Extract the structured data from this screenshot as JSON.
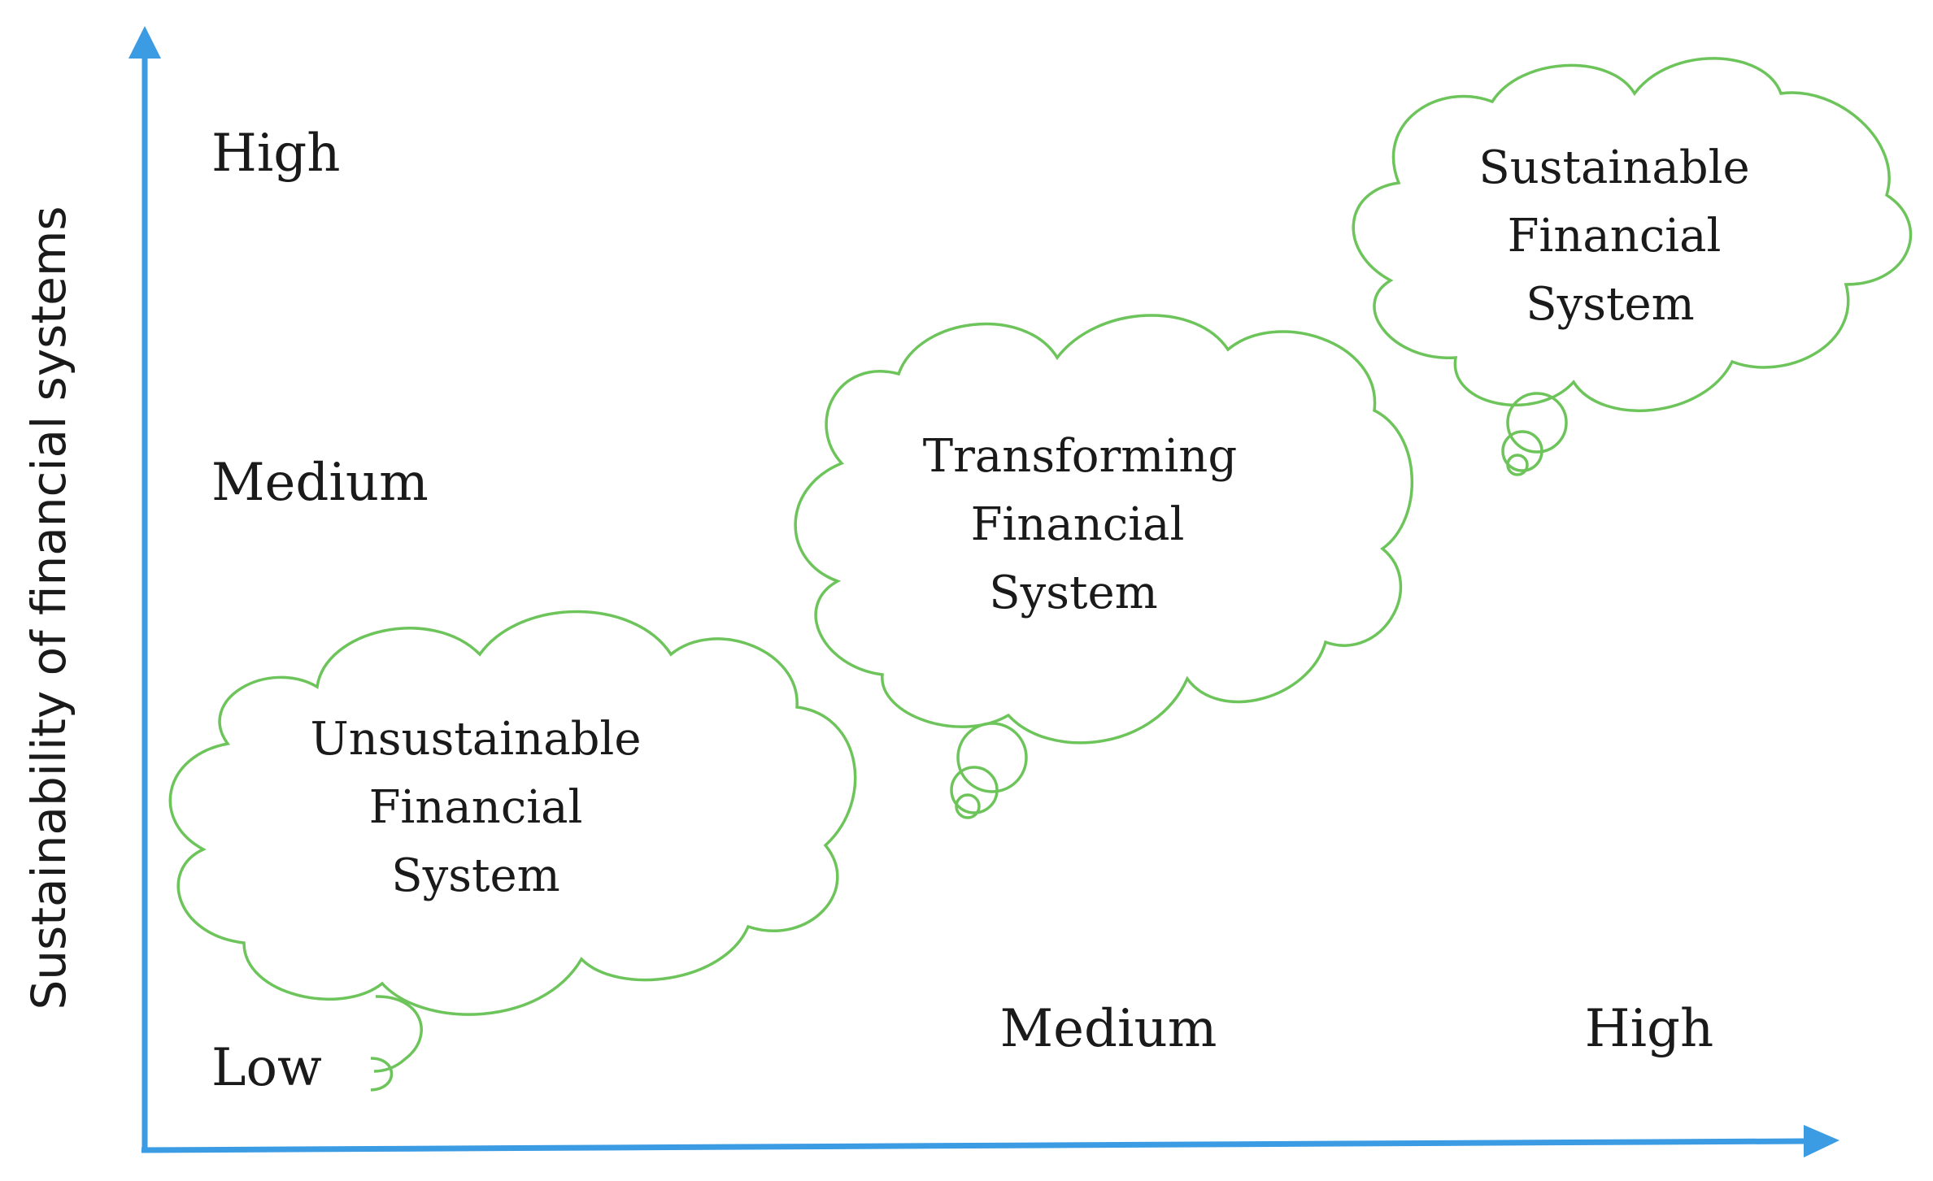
{
  "axes": {
    "y_title": "Sustainability of financial systems",
    "y_levels": {
      "high": "High",
      "medium": "Medium",
      "low": "Low"
    },
    "x_levels": {
      "medium": "Medium",
      "high": "High"
    }
  },
  "clouds": {
    "unsustainable": {
      "line1": "Unsustainable",
      "line2": "Financial",
      "line3": "System"
    },
    "transforming": {
      "line1": "Transforming",
      "line2": "Financial",
      "line3": "System"
    },
    "sustainable": {
      "line1": "Sustainable",
      "line2": "Financial",
      "line3": "System"
    }
  },
  "colors": {
    "axis": "#3b9be3",
    "cloud_outline": "#6cc45a",
    "text": "#1a1a1a"
  }
}
